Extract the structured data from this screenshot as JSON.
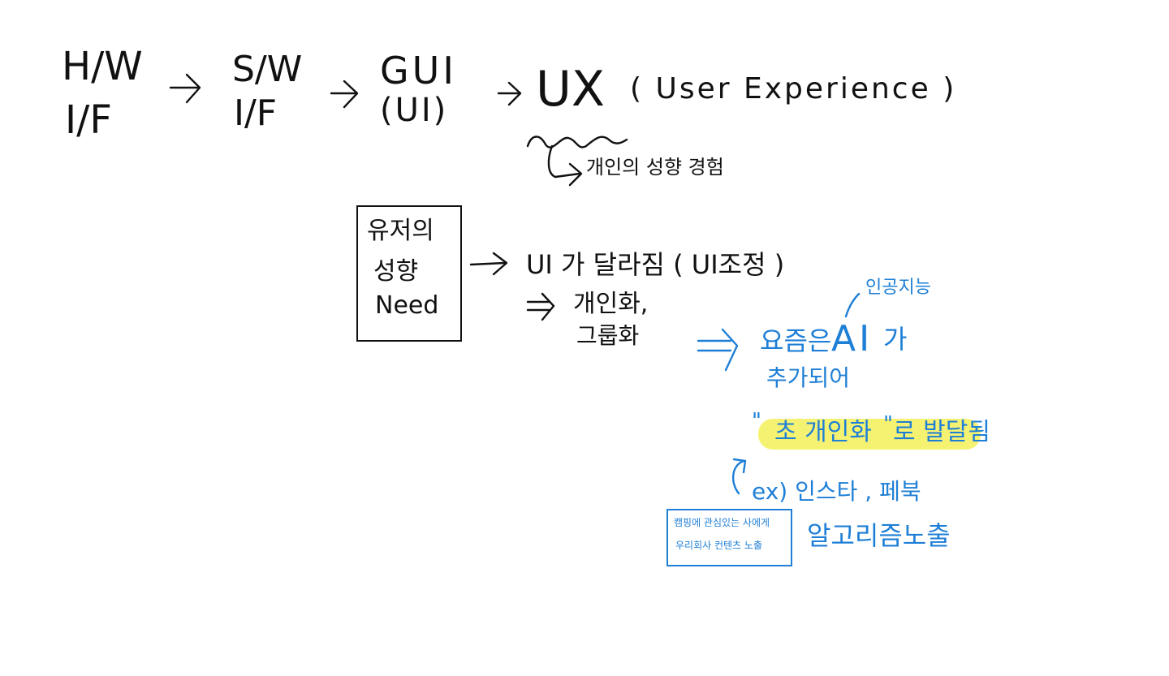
{
  "row1": {
    "hw": "H/W",
    "hw_if": "I/F",
    "sw": "S/W",
    "sw_if": "I/F",
    "gui": "GUI",
    "ui": "(UI)",
    "ux": "UX",
    "ux_full": "( User Experience )"
  },
  "ux_note": "개인의 성향 경험",
  "user_box": {
    "line1": "유저의",
    "line2": "성향",
    "line3": "Need"
  },
  "ui_change": "UI 가 달라짐 ( UI조정 )",
  "result": {
    "line1": "개인화,",
    "line2": "그룹화"
  },
  "ai": {
    "annotation": "인공지능",
    "line1_a": "요즘은",
    "line1_b": "AI",
    "line1_c": "가",
    "line2": "추가되어"
  },
  "hyper": {
    "quote_open": "\"",
    "text": "초 개인화",
    "quote_close": "\"",
    "suffix": "로 발달됨"
  },
  "example": "ex) 인스타 , 페북",
  "algorithm": "알고리즘노출",
  "example_box": {
    "line1": "캠핑에 관심있는 사에게",
    "line2": "우리회사 컨텐츠 노출"
  },
  "colors": {
    "ink": "#111111",
    "accent_blue": "#1e7fd6",
    "highlight": "#f4f16a"
  }
}
